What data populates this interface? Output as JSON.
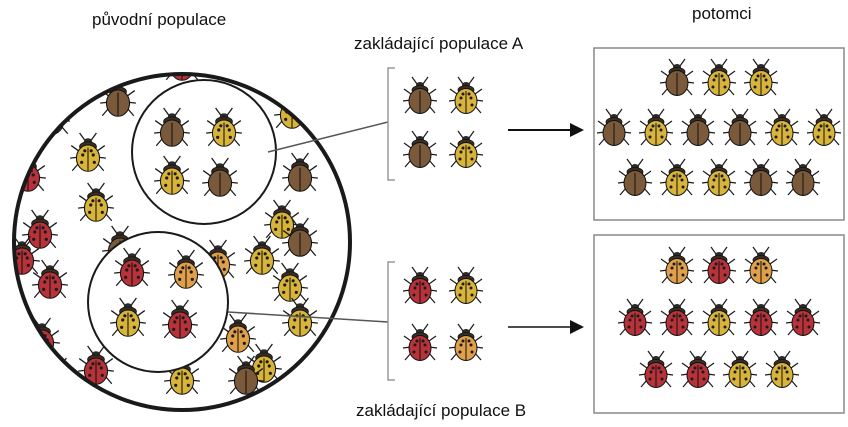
{
  "labels": {
    "original_population": "původní populace",
    "founder_a": "zakládající populace A",
    "offspring": "potomci",
    "founder_b": "zakládající populace B"
  },
  "colors": {
    "brown": "#7a5a3a",
    "yellow": "#d9b43a",
    "red": "#b8323a",
    "orange": "#e0a04a",
    "outline": "#1a1a1a",
    "line": "#555555"
  },
  "groups": {
    "original_population": {
      "scattered": [
        "yellow",
        "red",
        "yellow",
        "yellow",
        "brown",
        "yellow",
        "red",
        "yellow",
        "brown",
        "yellow",
        "red",
        "yellow",
        "brown",
        "red",
        "orange",
        "yellow",
        "brown",
        "red",
        "yellow",
        "orange",
        "red",
        "yellow",
        "yellow",
        "brown",
        "red",
        "yellow",
        "yellow",
        "red"
      ]
    },
    "founder_sample_a": [
      "brown",
      "yellow",
      "yellow",
      "brown"
    ],
    "founder_sample_b": [
      "red",
      "orange",
      "yellow",
      "red"
    ],
    "founder_a": [
      "brown",
      "yellow",
      "brown",
      "yellow"
    ],
    "founder_b": [
      "red",
      "yellow",
      "red",
      "orange"
    ],
    "offspring_a": {
      "row1": [
        "brown",
        "yellow",
        "yellow"
      ],
      "row2": [
        "brown",
        "yellow",
        "brown",
        "brown",
        "yellow",
        "yellow"
      ],
      "row3": [
        "brown",
        "yellow",
        "yellow",
        "brown",
        "brown"
      ]
    },
    "offspring_b": {
      "row1": [
        "orange",
        "red",
        "orange"
      ],
      "row2": [
        "red",
        "red",
        "yellow",
        "red",
        "red"
      ],
      "row3": [
        "red",
        "red",
        "yellow",
        "yellow"
      ]
    }
  }
}
